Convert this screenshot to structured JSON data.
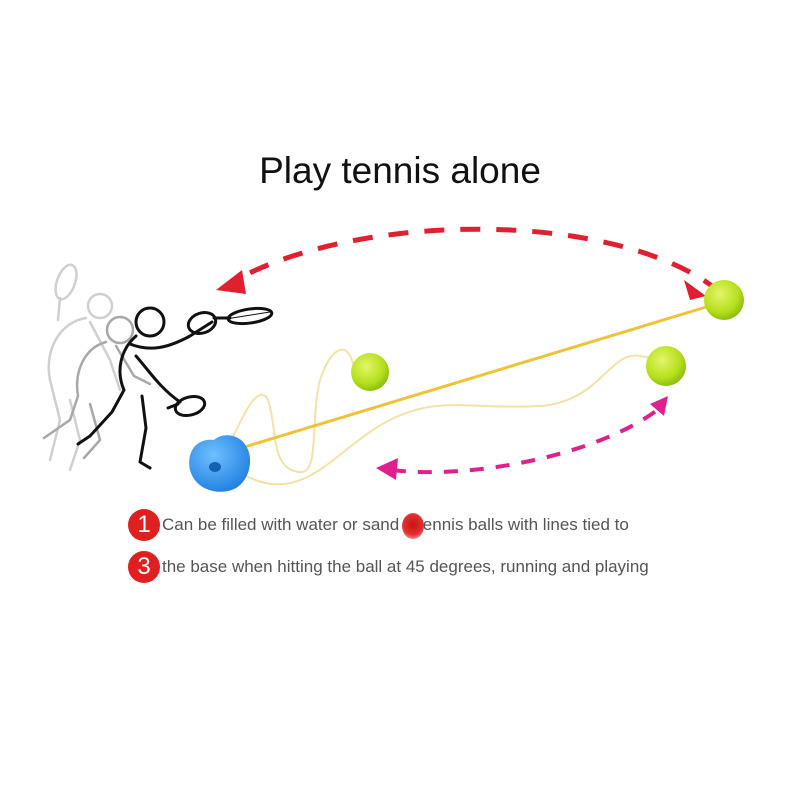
{
  "title": "Play tennis alone",
  "captions": [
    {
      "number": "1",
      "text": "Can be filled with water or sand 2 tennis balls with lines tied to"
    },
    {
      "number": "3",
      "text": "the base when hitting the ball at 45 degrees, running and playing"
    }
  ],
  "colors": {
    "arrow_top": "#e0202e",
    "arrow_bottom": "#e0208c",
    "ball": "#b5e01c",
    "base": "#2d8ee8",
    "cord_main": "#f0c23a",
    "cord_thin": "#f3e2a8",
    "badge": "#e02020"
  },
  "icons": [
    "tennis-player-illustration",
    "tennis-ball-icon",
    "trainer-base-icon"
  ]
}
